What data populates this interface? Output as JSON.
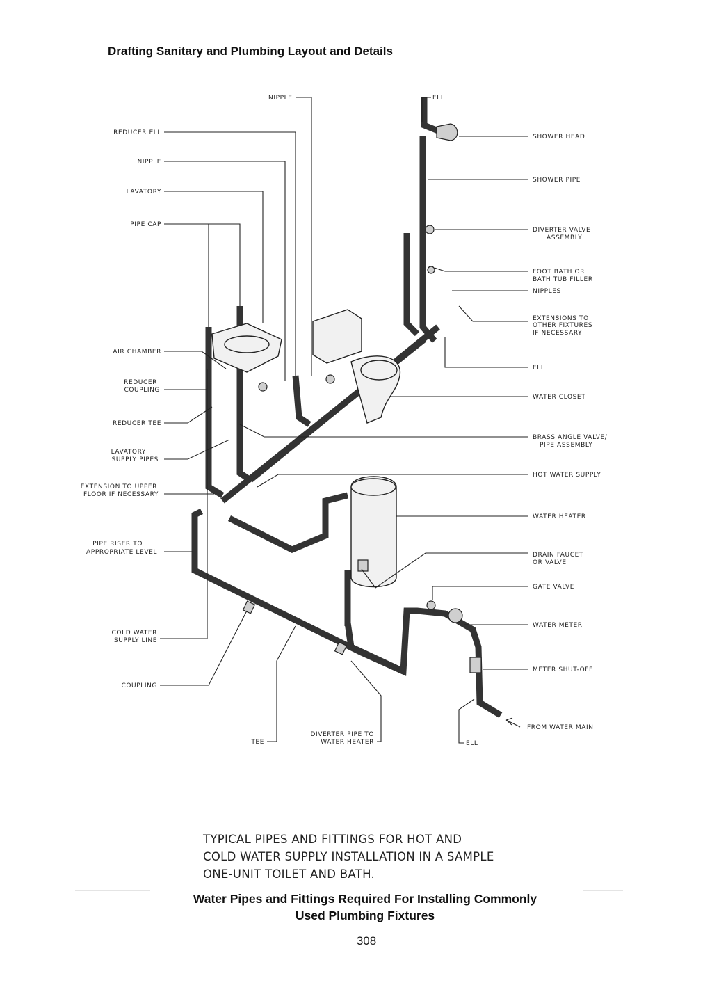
{
  "header": {
    "title": "Drafting Sanitary and Plumbing Layout and Details"
  },
  "diagram": {
    "labels": {
      "nipple_top": "NIPPLE",
      "ell_top": "ELL",
      "reducer_ell": "REDUCER ELL",
      "nipple_left": "NIPPLE",
      "lavatory": "LAVATORY",
      "pipe_cap": "PIPE CAP",
      "air_chamber": "AIR CHAMBER",
      "reducer_coupling_1": "REDUCER",
      "reducer_coupling_2": "COUPLING",
      "reducer_tee": "REDUCER TEE",
      "lavatory_supply_1": "LAVATORY",
      "lavatory_supply_2": "SUPPLY PIPES",
      "extension_upper_1": "EXTENSION TO UPPER",
      "extension_upper_2": "FLOOR IF NECESSARY",
      "pipe_riser_1": "PIPE RISER TO",
      "pipe_riser_2": "APPROPRIATE LEVEL",
      "cold_water_1": "COLD WATER",
      "cold_water_2": "SUPPLY LINE",
      "coupling": "COUPLING",
      "tee": "TEE",
      "diverter_pipe_1": "DIVERTER PIPE TO",
      "diverter_pipe_2": "WATER HEATER",
      "ell_bottom": "ELL",
      "shower_head": "SHOWER HEAD",
      "shower_pipe": "SHOWER PIPE",
      "diverter_valve_1": "DIVERTER VALVE",
      "diverter_valve_2": "ASSEMBLY",
      "foot_bath_1": "FOOT BATH OR",
      "foot_bath_2": "BATH TUB FILLER",
      "nipples": "NIPPLES",
      "extensions_1": "EXTENSIONS TO",
      "extensions_2": "OTHER FIXTURES",
      "extensions_3": "IF NECESSARY",
      "ell_right": "ELL",
      "water_closet": "WATER CLOSET",
      "brass_valve_1": "BRASS ANGLE VALVE/",
      "brass_valve_2": "PIPE ASSEMBLY",
      "hot_water_supply": "HOT WATER SUPPLY",
      "water_heater": "WATER HEATER",
      "drain_faucet_1": "DRAIN FAUCET",
      "drain_faucet_2": "OR VALVE",
      "gate_valve": "GATE VALVE",
      "water_meter": "WATER METER",
      "meter_shutoff": "METER SHUT-OFF",
      "from_water_main": "FROM WATER MAIN"
    },
    "caption_lines": [
      "TYPICAL PIPES AND FITTINGS FOR HOT AND",
      "COLD WATER SUPPLY INSTALLATION IN A SAMPLE",
      "ONE-UNIT TOILET AND BATH."
    ]
  },
  "figure_caption": {
    "line1": "Water Pipes and Fittings Required For Installing Commonly",
    "line2": "Used Plumbing Fixtures"
  },
  "page_number": "308"
}
